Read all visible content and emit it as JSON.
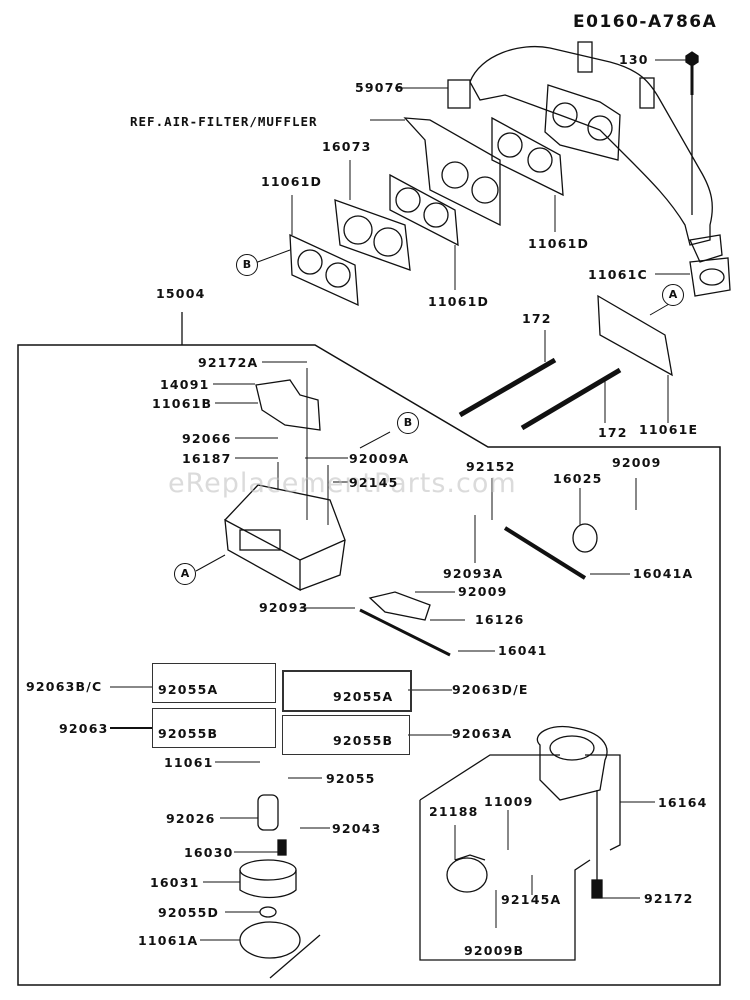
{
  "diagram": {
    "code": "E0160-A786A",
    "watermark": "eReplacementParts.com",
    "reference_note": "REF.AIR-FILTER/MUFFLER",
    "accent_color": "#111111",
    "background_color": "#ffffff",
    "refs": {
      "A": "A",
      "B": "B"
    },
    "labels": {
      "p130": "130",
      "p59076": "59076",
      "p16073": "16073",
      "p11061D_left": "11061D",
      "p11061D_mid": "11061D",
      "p11061D_right": "11061D",
      "p11061C": "11061C",
      "p15004": "15004",
      "p172_top": "172",
      "p172_bottom": "172",
      "p11061E": "11061E",
      "p92172A": "92172A",
      "p14091": "14091",
      "p11061B": "11061B",
      "p92066": "92066",
      "p16187": "16187",
      "p92009A": "92009A",
      "p92145": "92145",
      "p92152": "92152",
      "p16025": "16025",
      "p92009_top": "92009",
      "p92093A": "92093A",
      "p16041A": "16041A",
      "p92009_mid": "92009",
      "p92093": "92093",
      "p16126": "16126",
      "p16041": "16041",
      "p92063BC": "92063B/C",
      "p92055A_left": "92055A",
      "p92055A_right": "92055A",
      "p92063DE": "92063D/E",
      "p92063": "92063",
      "p92055B_left": "92055B",
      "p92055B_right": "92055B",
      "p92063A": "92063A",
      "p11061": "11061",
      "p92055": "92055",
      "p92026": "92026",
      "p92043": "92043",
      "p16030": "16030",
      "p16031": "16031",
      "p92055D": "92055D",
      "p11061A": "11061A",
      "p21188": "21188",
      "p11009": "11009",
      "p16164": "16164",
      "p92172": "92172",
      "p92145A": "92145A",
      "p92009B": "92009B"
    }
  }
}
